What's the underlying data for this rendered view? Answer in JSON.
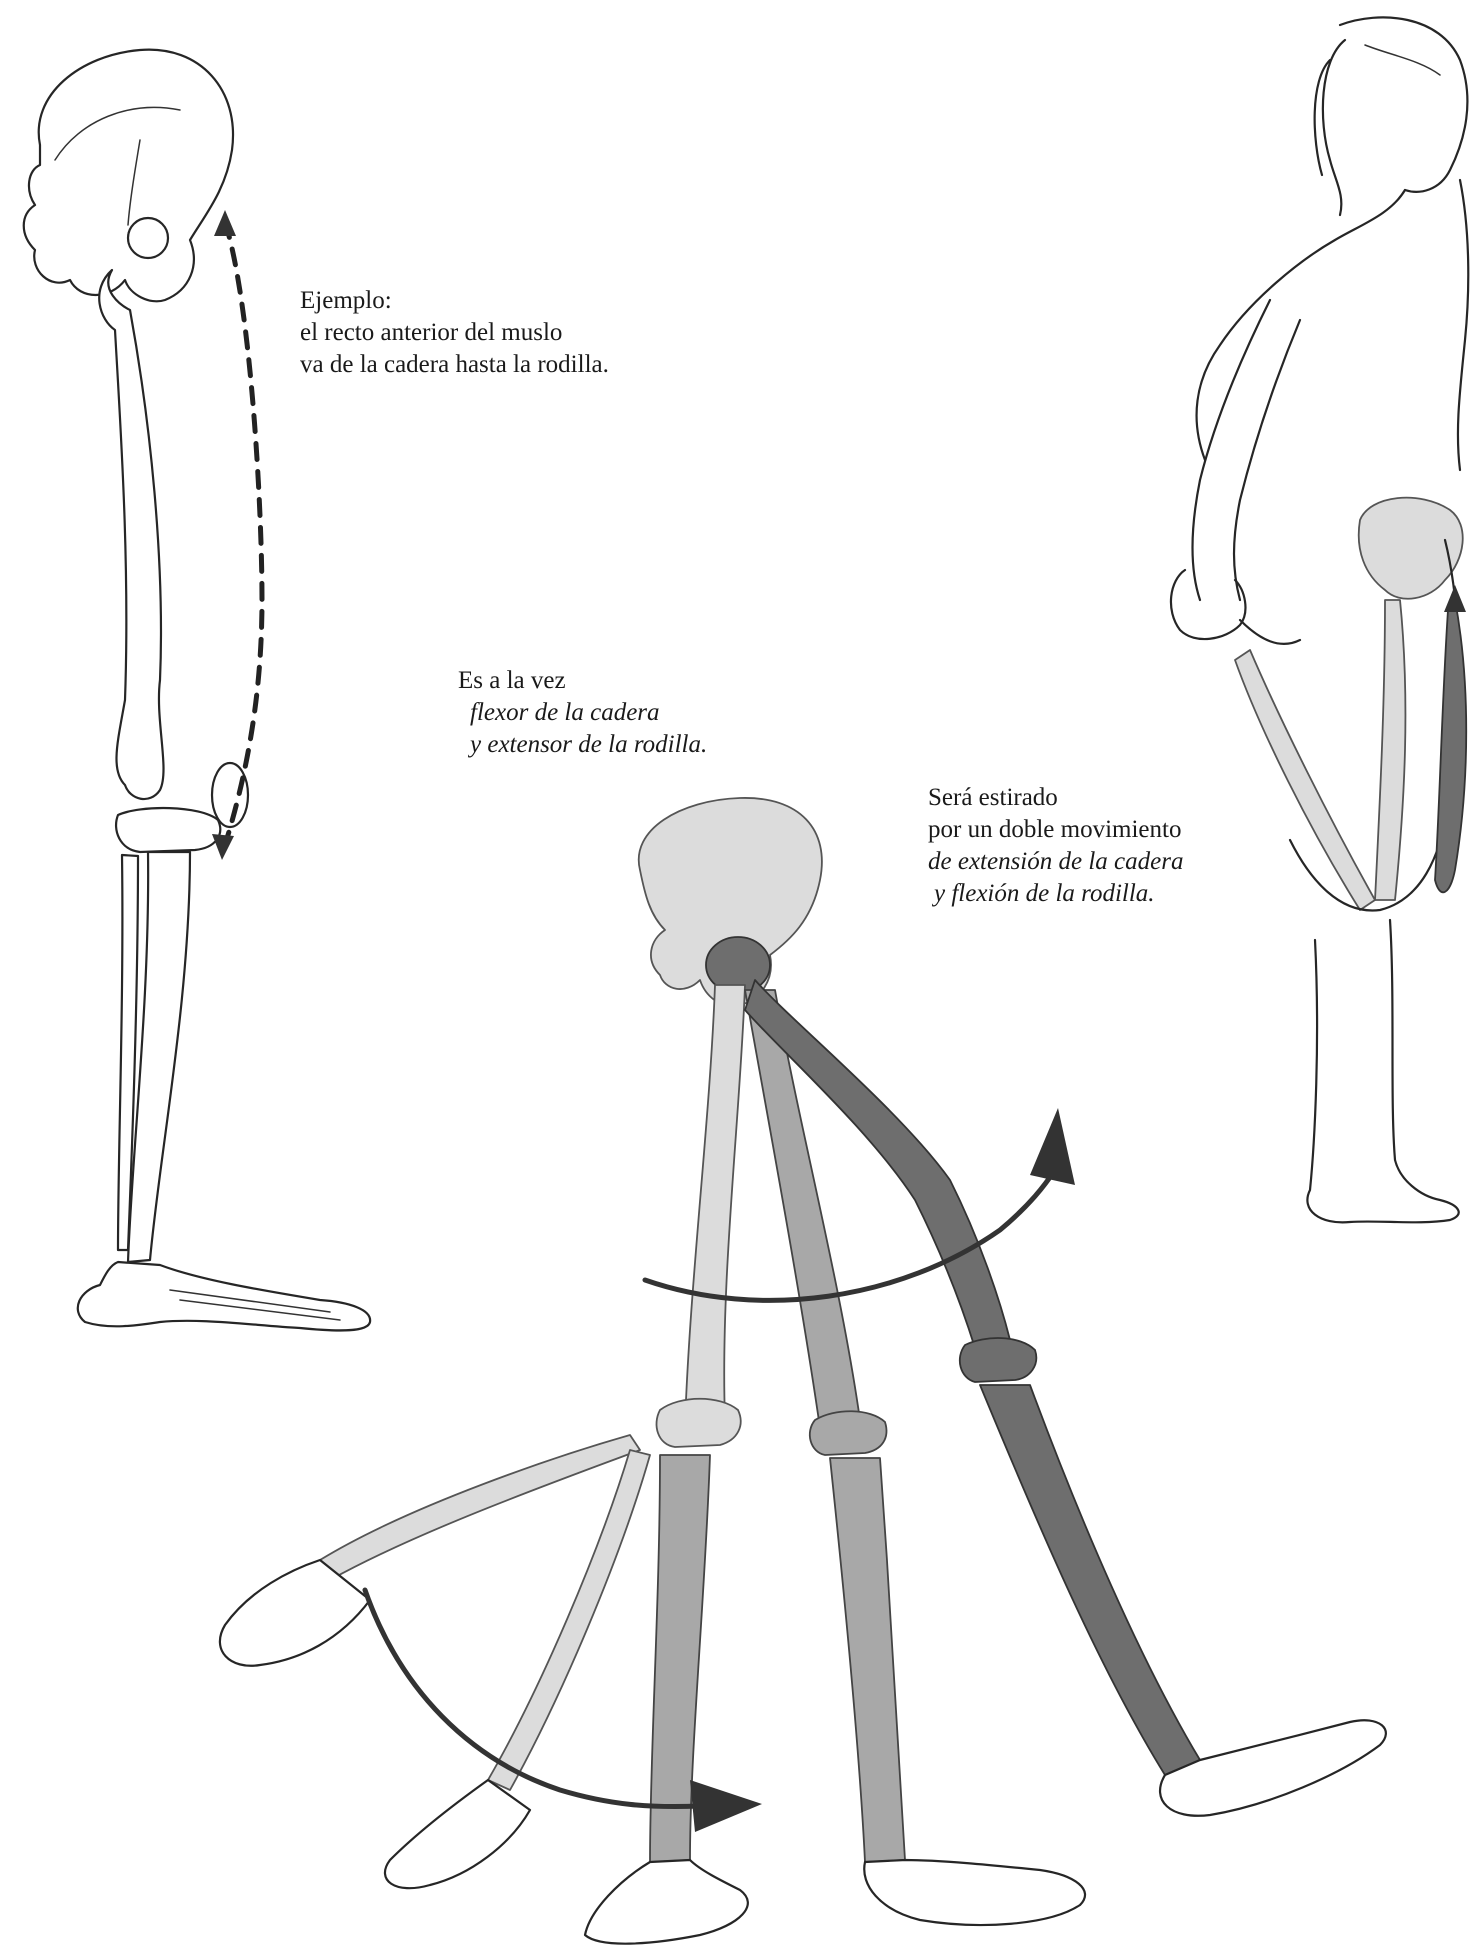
{
  "captions": {
    "example": {
      "line1": "Ejemplo:",
      "line2": "el recto anterior del muslo",
      "line3": "va de la cadera hasta la rodilla."
    },
    "dual_role": {
      "line1": "Es a la vez",
      "line2": "flexor de la cadera",
      "line3": "y extensor de la rodilla."
    },
    "stretch": {
      "line1": "Será estirado",
      "line2": "por un doble movimiento",
      "line3": "de extensión de la cadera",
      "line4": "y flexión de la rodilla."
    }
  },
  "colors": {
    "ink": "#262626",
    "bone_light": "#dcdcdc",
    "bone_mid": "#a8a8a8",
    "bone_dark": "#6e6e6e"
  }
}
